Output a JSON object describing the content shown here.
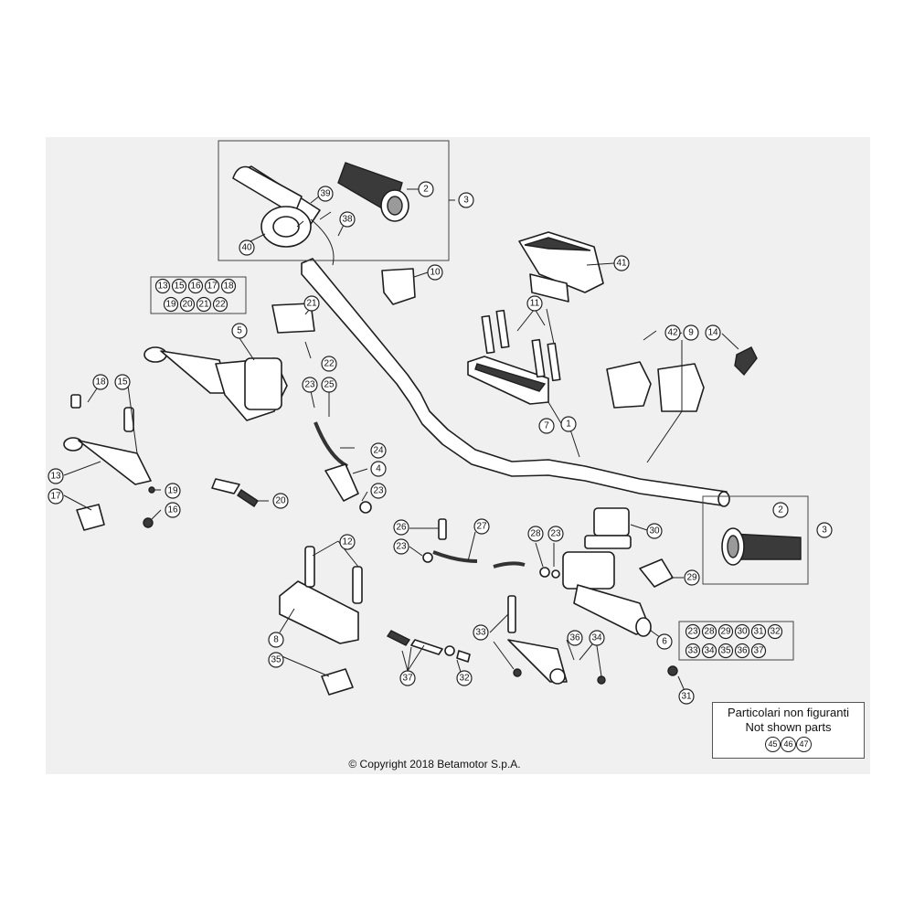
{
  "diagram": {
    "callouts": [
      "1",
      "2",
      "3",
      "4",
      "5",
      "6",
      "7",
      "8",
      "9",
      "10",
      "11",
      "12",
      "13",
      "14",
      "15",
      "16",
      "17",
      "18",
      "19",
      "20",
      "21",
      "22",
      "23",
      "24",
      "25",
      "26",
      "27",
      "28",
      "29",
      "30",
      "31",
      "32",
      "33",
      "34",
      "35",
      "36",
      "37",
      "38",
      "39",
      "40",
      "41",
      "42"
    ],
    "group_left": [
      "13",
      "15",
      "16",
      "17",
      "18",
      "19",
      "20",
      "21",
      "22"
    ],
    "group_right": [
      "23",
      "28",
      "29",
      "30",
      "31",
      "32",
      "33",
      "34",
      "35",
      "36",
      "37"
    ]
  },
  "note": {
    "line1": "Particolari non figuranti",
    "line2": "Not shown parts",
    "refs": [
      "45",
      "46",
      "47"
    ]
  },
  "copyright": "© Copyright 2018 Betamotor S.p.A."
}
